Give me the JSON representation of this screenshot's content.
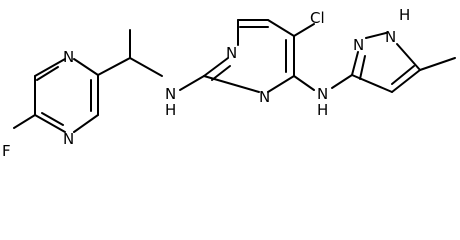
{
  "molecule": {
    "atoms": {
      "f": "F",
      "n_fluoropyrimidine_top": "N",
      "n_fluoropyrimidine_bottom": "N",
      "n_linker_left": "N",
      "h_linker_left": "H",
      "n_pyrimidine_top": "N",
      "n_pyrimidine_bottom": "N",
      "cl": "Cl",
      "n_linker_right": "N",
      "h_linker_right": "H",
      "n_pyrazole_nh": "N",
      "h_pyrazole_nh": "H",
      "n_pyrazole": "N"
    }
  }
}
